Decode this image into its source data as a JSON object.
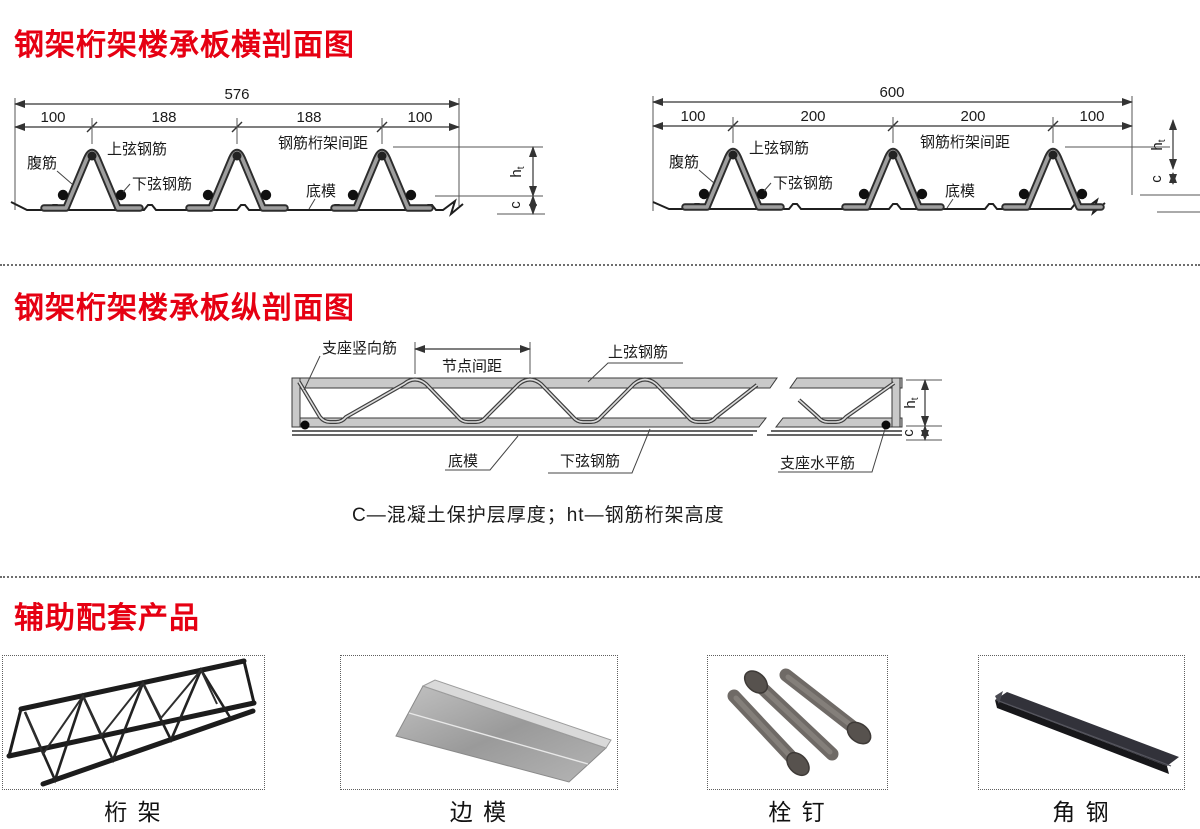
{
  "accent_color": "#e60012",
  "section1": {
    "title": "钢架桁架楼承板横剖面图"
  },
  "section2": {
    "title": "钢架桁架楼承板纵剖面图"
  },
  "section3": {
    "title": "辅助配套产品"
  },
  "cross_left": {
    "total": "576",
    "segments": [
      "100",
      "188",
      "188",
      "100"
    ],
    "label_web": "腹筋",
    "label_top_chord": "上弦钢筋",
    "label_bottom_chord": "下弦钢筋",
    "label_spacing": "钢筋桁架间距",
    "label_bottom_form": "底模",
    "dim_height_base": "h",
    "dim_height_sub": "t",
    "dim_cover": "c"
  },
  "cross_right": {
    "total": "600",
    "segments": [
      "100",
      "200",
      "200",
      "100"
    ],
    "label_web": "腹筋",
    "label_top_chord": "上弦钢筋",
    "label_bottom_chord": "下弦钢筋",
    "label_spacing": "钢筋桁架间距",
    "label_bottom_form": "底模",
    "dim_height_base": "h",
    "dim_height_sub": "t",
    "dim_cover": "c"
  },
  "longitudinal": {
    "label_support_vertical": "支座竖向筋",
    "label_node_spacing": "节点间距",
    "label_top_chord": "上弦钢筋",
    "label_bottom_form": "底模",
    "label_bottom_chord": "下弦钢筋",
    "label_support_horizontal": "支座水平筋",
    "dim_height_base": "h",
    "dim_height_sub": "t",
    "dim_cover": "c"
  },
  "caption": "C—混凝土保护层厚度；ht—钢筋桁架高度",
  "products": [
    {
      "name": "桁 架"
    },
    {
      "name": "边 模"
    },
    {
      "name": "栓 钉"
    },
    {
      "name": "角 钢"
    }
  ]
}
